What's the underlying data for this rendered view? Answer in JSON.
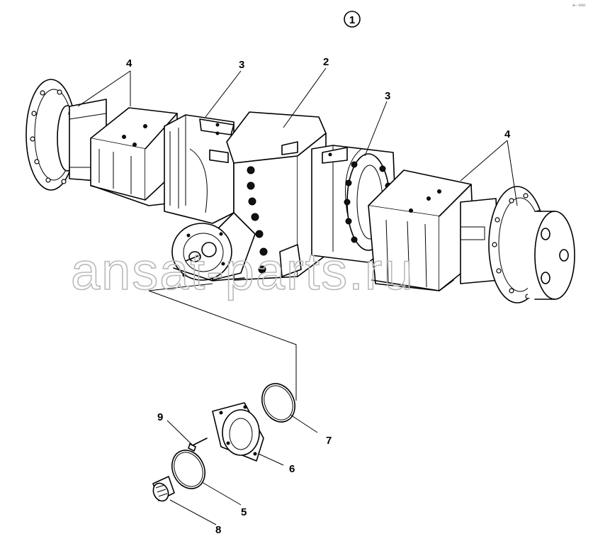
{
  "figure": {
    "index_label": "1",
    "watermark": "ansat-parts.ru",
    "corner_mark": "a– ooo"
  },
  "callouts": [
    {
      "id": "c4a",
      "text": "4"
    },
    {
      "id": "c3a",
      "text": "3"
    },
    {
      "id": "c2",
      "text": "2"
    },
    {
      "id": "c3b",
      "text": "3"
    },
    {
      "id": "c4b",
      "text": "4"
    },
    {
      "id": "c9",
      "text": "9"
    },
    {
      "id": "c7",
      "text": "7"
    },
    {
      "id": "c6",
      "text": "6"
    },
    {
      "id": "c5",
      "text": "5"
    },
    {
      "id": "c8",
      "text": "8"
    }
  ]
}
